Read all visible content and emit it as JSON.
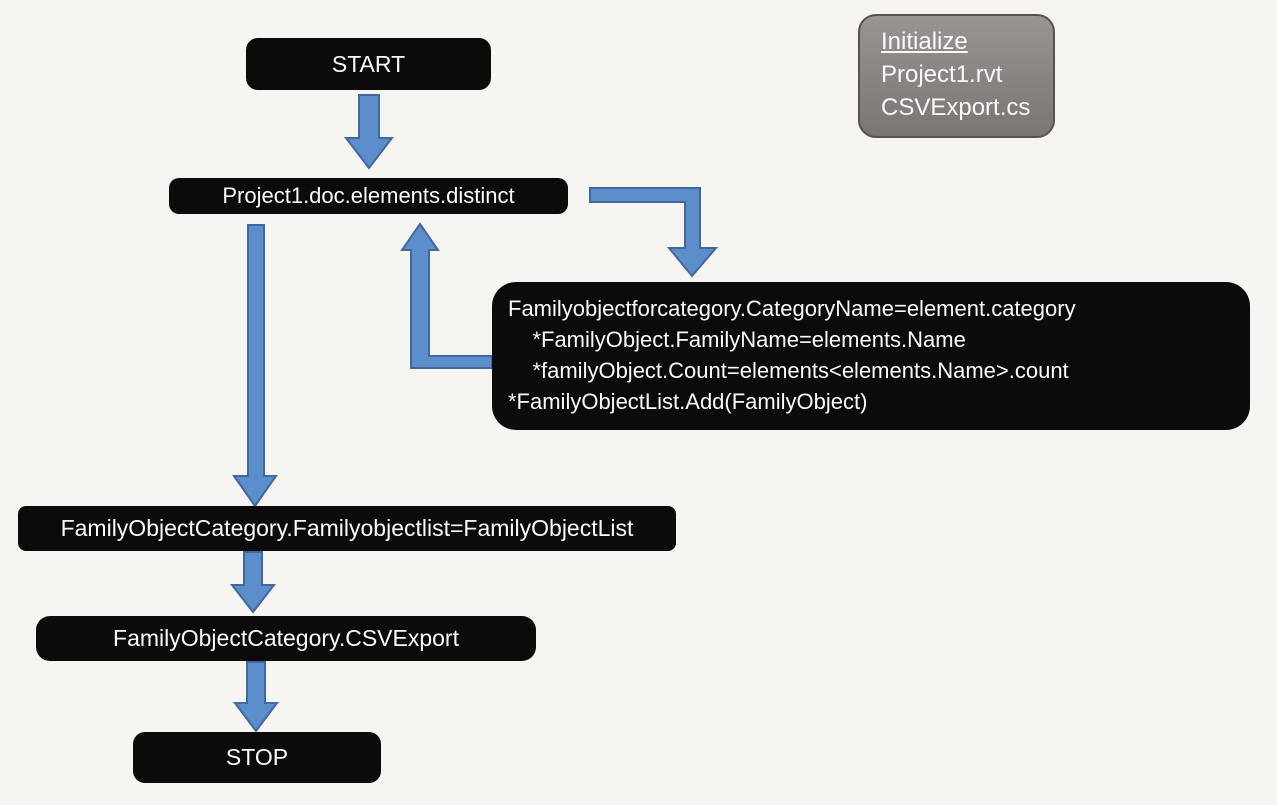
{
  "diagram": {
    "nodes": {
      "start": {
        "label": "START"
      },
      "step1": {
        "label": "Project1.doc.elements.distinct"
      },
      "loop_body": {
        "lines": [
          "Familyobjectforcategory.CategoryName=element.category",
          "    *FamilyObject.FamilyName=elements.Name",
          "    *familyObject.Count=elements<elements.Name>.count",
          "*FamilyObjectList.Add(FamilyObject)"
        ]
      },
      "assign": {
        "label": "FamilyObjectCategory.Familyobjectlist=FamilyObjectList"
      },
      "export": {
        "label": "FamilyObjectCategory.CSVExport"
      },
      "stop": {
        "label": "STOP"
      }
    },
    "legend": {
      "title": "Initialize",
      "items": [
        "Project1.rvt",
        "CSVExport.cs"
      ]
    },
    "colors": {
      "node_bg": "#0d0a0b",
      "node_text": "#fbfaf8",
      "arrow_fill": "#5b8ecb",
      "arrow_stroke": "#41689b",
      "legend_bg": "#8b8684",
      "legend_border": "#57524f",
      "background": "#f7f5f2"
    }
  }
}
